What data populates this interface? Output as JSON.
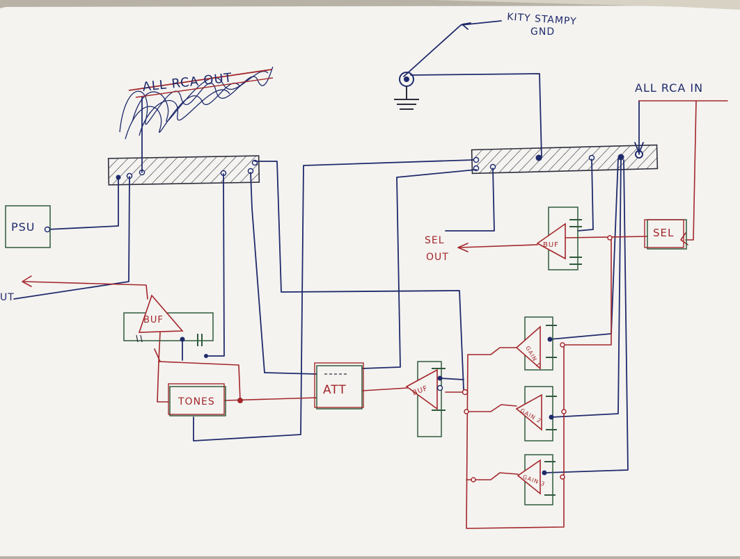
{
  "colors": {
    "paper": "#f4f3f0",
    "ink_blue": "#1f2a6b",
    "ink_red": "#a3262a",
    "ink_green": "#2f5a3a",
    "ink_dark": "#2b2d3a",
    "background": "#b8b2a6"
  },
  "labels": {
    "psu": "PSU",
    "buf_left": "BUF",
    "tones": "TONES",
    "att": "ATT",
    "buf_mid": "BUF",
    "buf_sel": "BUF",
    "sel_box": "SEL",
    "gain1": "GAIN 1",
    "gain2": "GAIN 2",
    "gain3": "GAIN 3",
    "sel_out_1": "SEL",
    "sel_out_2": "OUT",
    "out_left": "UT",
    "all_rca_in": "ALL RCA IN",
    "ground_1": "KITY STAMPY",
    "ground_2": "GND",
    "crossed_out": "ALL RCA OUT"
  }
}
